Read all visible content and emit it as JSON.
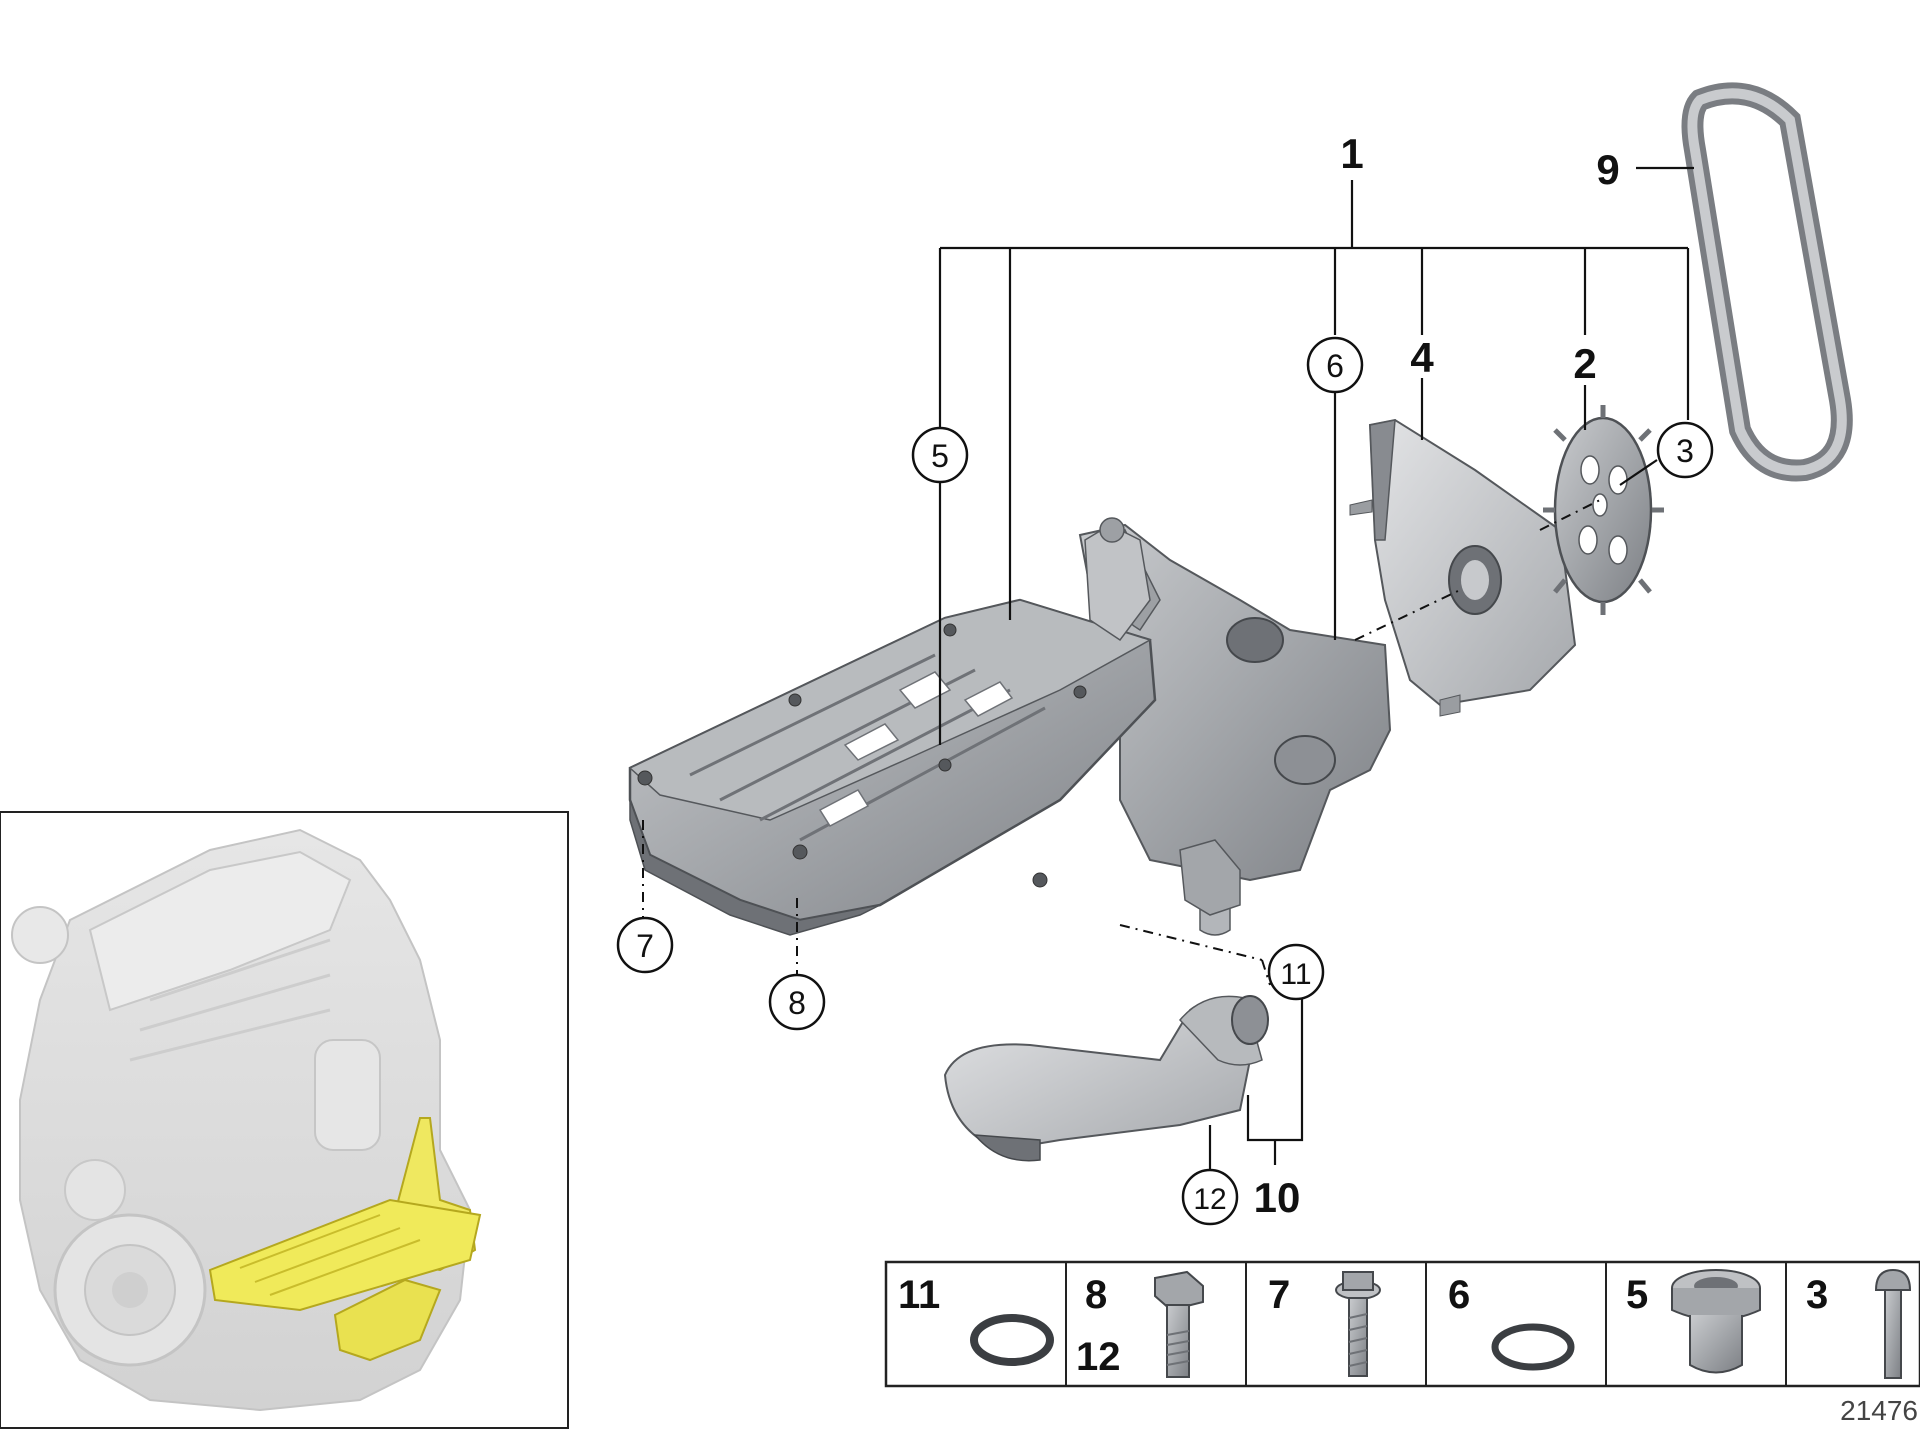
{
  "diagram": {
    "image_number": "21476",
    "colors": {
      "part_fill": "#a9acb0",
      "part_dark": "#6e7176",
      "part_light": "#d4d6d9",
      "highlight": "#f0ea5a",
      "engine_ghost": "#dcdcdc",
      "line": "#111111"
    },
    "callouts": {
      "c1": "1",
      "c2": "2",
      "c4": "4",
      "c9": "9",
      "c10": "10",
      "c3": "3",
      "c5": "5",
      "c6": "6",
      "c7": "7",
      "c8": "8",
      "c11": "11",
      "c12": "12"
    },
    "hardware_table": [
      {
        "label": "11",
        "icon": "o-ring-icon"
      },
      {
        "label": "8",
        "label2": "12",
        "icon": "hex-bolt-icon"
      },
      {
        "label": "7",
        "icon": "flange-bolt-icon"
      },
      {
        "label": "6",
        "icon": "o-ring-icon"
      },
      {
        "label": "5",
        "icon": "bushing-icon"
      },
      {
        "label": "3",
        "icon": "round-bolt-icon"
      }
    ]
  }
}
